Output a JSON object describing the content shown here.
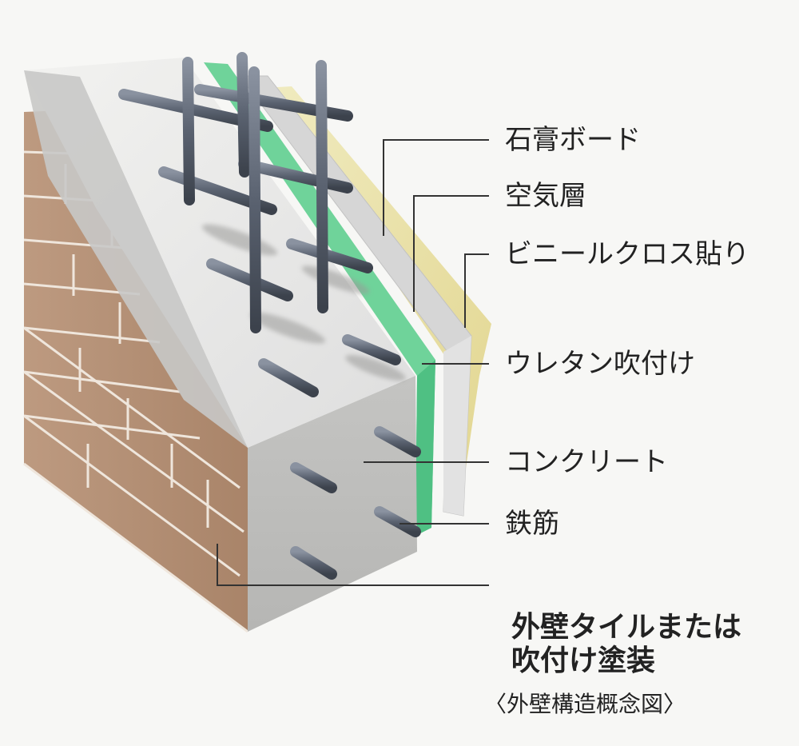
{
  "labels": {
    "gypsum_board": "石膏ボード",
    "air_layer": "空気層",
    "vinyl_cloth": "ビニールクロス貼り",
    "urethane_spray": "ウレタン吹付け",
    "concrete": "コンクリート",
    "rebar": "鉄筋"
  },
  "caption": {
    "line1": "外壁タイルまたは",
    "line2": "吹付け塗装",
    "subtitle": "〈外壁構造概念図〉"
  },
  "colors": {
    "background": "#f7f7f5",
    "tile": "#b9957a",
    "concrete": "#c9c9c7",
    "urethane": "#5fcf8f",
    "gypsum_board": "#d9d9d9",
    "vinyl_cloth": "#e8e0a8",
    "rebar": "#5a6270",
    "leader_line": "#333333"
  }
}
